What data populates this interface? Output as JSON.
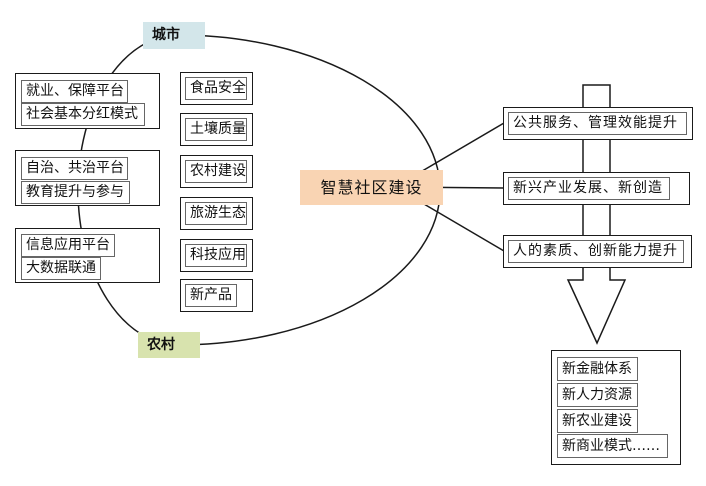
{
  "labels": {
    "city": "城市",
    "rural": "农村",
    "center": "智慧社区建设"
  },
  "left_groups": [
    {
      "items": [
        "就业、保障平台",
        "社会基本分红模式"
      ]
    },
    {
      "items": [
        "自治、共治平台",
        "教育提升与参与"
      ]
    },
    {
      "items": [
        "信息应用平台",
        "大数据联通"
      ]
    }
  ],
  "middle_items": [
    "食品安全",
    "土壤质量",
    "农村建设",
    "旅游生态",
    "科技应用",
    "新产品"
  ],
  "right_items": [
    "公共服务、管理效能提升",
    "新兴产业发展、新创造",
    "人的素质、创新能力提升"
  ],
  "outcomes": [
    "新金融体系",
    "新人力资源",
    "新农业建设",
    "新商业模式……"
  ],
  "colors": {
    "city_bg": "#d3e6ea",
    "rural_bg": "#d8e3ae",
    "center_bg": "#f9d4b3",
    "line": "#1a1a1a"
  }
}
